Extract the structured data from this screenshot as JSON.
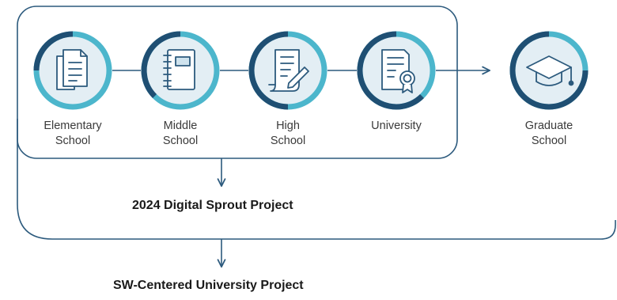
{
  "stages": [
    {
      "line1": "Elementary",
      "line2": "School",
      "icon": "documents-icon"
    },
    {
      "line1": "Middle",
      "line2": "School",
      "icon": "notebook-icon"
    },
    {
      "line1": "High",
      "line2": "School",
      "icon": "document-pen-icon"
    },
    {
      "line1": "University",
      "line2": "",
      "icon": "certificate-icon"
    },
    {
      "line1": "Graduate",
      "line2": "School",
      "icon": "graduation-cap-icon"
    }
  ],
  "projects": {
    "inner": "2024 Digital Sprout Project",
    "outer": "SW-Centered University Project"
  },
  "colors": {
    "frame": "#2c5a7d",
    "ring_dark": "#1f4f73",
    "ring_light": "#4cb6cc",
    "icon_bg": "#e3eef4",
    "icon_stroke": "#2c5a7d",
    "arrow": "#2c5a7d"
  }
}
